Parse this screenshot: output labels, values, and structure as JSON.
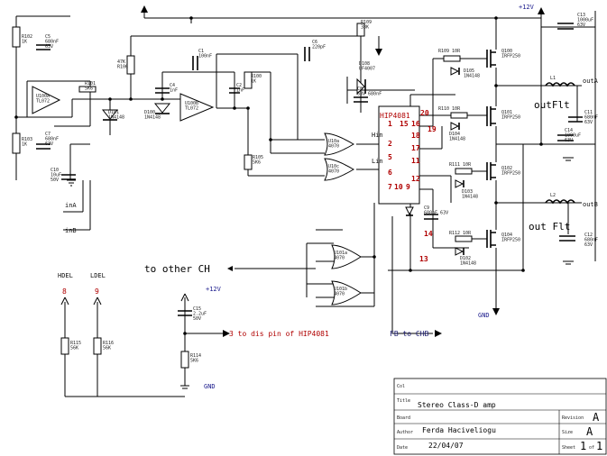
{
  "power": {
    "top_rail": "+12V",
    "mid_rail": "+12V",
    "gnd": "GND",
    "gnd_bottom": "GND"
  },
  "labels": {
    "to_other_ch": "to other CH",
    "to_dis_pin": "3 to dis pin of HIP4081",
    "fb_to_chb": "FB to CHB",
    "inA": "inA",
    "inB": "inB",
    "outA": "outA",
    "outB": "outB",
    "outflt_a": "outFlt",
    "outflt_b": "out Flt",
    "hdel": "HDEL",
    "ldel": "LDEL",
    "hdel_pin": "8",
    "ldel_pin": "9"
  },
  "hip4081": {
    "name": "HIP4081",
    "hin": "Hin",
    "lin": "Lin",
    "pins_left": [
      "1",
      "2",
      "5",
      "6",
      "7",
      "10",
      "9"
    ],
    "pins_right": [
      "15",
      "16",
      "18",
      "17",
      "11",
      "12"
    ],
    "pins_outer": [
      "20",
      "19",
      "14",
      "13"
    ]
  },
  "components": {
    "r102": "R102\n1K",
    "c5": "C5\n680nF\n63V",
    "r103": "R103\n1K",
    "c7": "C7\n680nF\n63V",
    "c10": "C10\n10uF\n50V",
    "u100": "U100A\nTL072",
    "u100b": "U100B\nTL072",
    "r101": "R101\n5K6",
    "d100": "D100\n1N4148",
    "d101": "D101\n1N4148",
    "r108": "47K\nR106",
    "c4": "C4\n1nF",
    "c1": "C1\n100nF",
    "r109": "R109\n33K",
    "c6": "C6\n220pF",
    "r100": "R100\n1K",
    "c2": "C2\n1nF",
    "r105": "R105\n5K6",
    "d108": "D108\nUF4007",
    "c8": "C8\n63V 680nF",
    "u10a": "U10a\n4070",
    "u10c": "U10c\n4070",
    "u101a": "U101a\n4070",
    "u101b": "U101b\n4070",
    "q100": "Q100\nIRFP250",
    "q101": "Q101\nIRFP250",
    "q102": "Q102\nIRFP250",
    "q104": "Q104\nIRFP250",
    "r109b": "R109 10R",
    "r110": "R110 10R",
    "r111": "R111 10R",
    "r112": "R112 10R",
    "d105": "D105\n1N4148",
    "d104": "D104\n1N4148",
    "d103": "D103\n1N4148",
    "d102": "D102\n1N4148",
    "c9": "C9\n680nF 63V",
    "c11": "C11\n680nF\n63V",
    "c12": "C12\n680nF\n63V",
    "c13": "C13\n1000uF\n63V",
    "c14": "C14\n1000uF\n63V",
    "c15": "C15\n2.2uF\n50V",
    "r115": "R115\n56K",
    "r116": "R116\n56K",
    "r114": "R114\n5K6",
    "l1": "L1",
    "l2": "L2"
  },
  "title_block": {
    "col_label": "Col",
    "title_label": "Title",
    "title_value": "Stereo Class-D amp",
    "board_label": "Board",
    "revision_label": "Revision",
    "revision_value": "A",
    "author_label": "Author",
    "author_value": "Ferda Haciveliogu",
    "size_label": "Size",
    "size_value": "A",
    "date_label": "Date",
    "date_value": "22/04/07",
    "sheet_label": "Sheet",
    "sheet_value": "1",
    "sheet_of": "of",
    "sheet_total": "1"
  }
}
